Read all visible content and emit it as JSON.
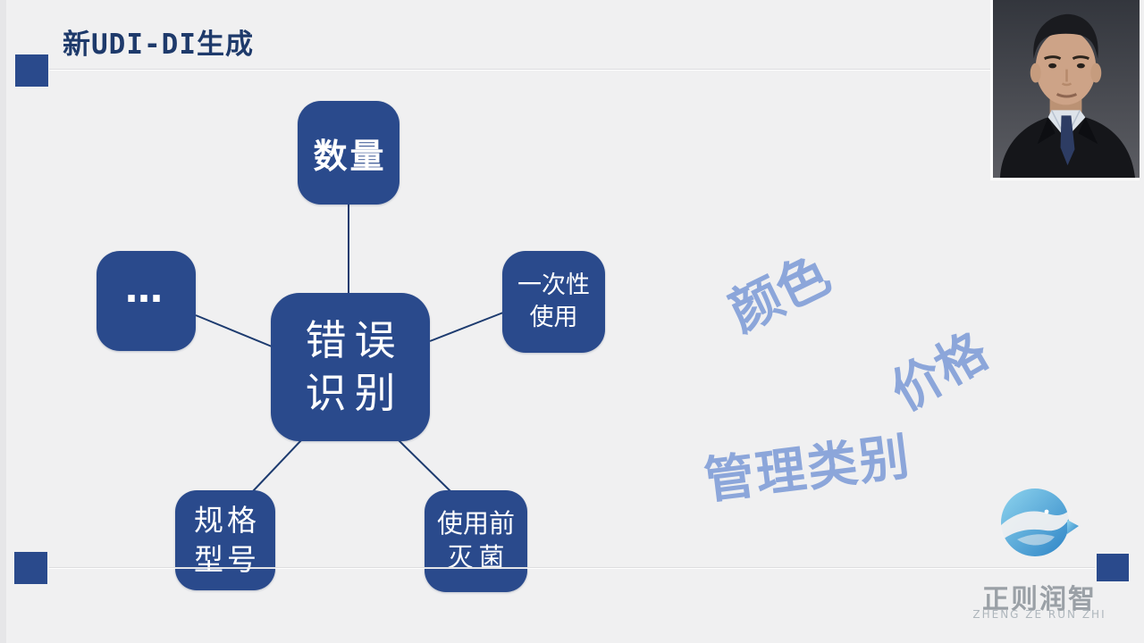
{
  "slide": {
    "title": "新UDI-DI生成",
    "background_color": "#f0f0f1",
    "accent_color": "#2a4a8c",
    "title_color": "#1e3a6b"
  },
  "mindmap": {
    "node_color": "#2a4a8c",
    "node_text_color": "#ffffff",
    "connector_color": "#1d3b6f",
    "center": {
      "line1": "错误",
      "line2": "识别"
    },
    "top_node": {
      "line1": "数量"
    },
    "right_node": {
      "line1": "一次性",
      "line2": "使用"
    },
    "left_node": {
      "label": "…"
    },
    "bottom_left_node": {
      "line1": "规格",
      "line2": "型号"
    },
    "bottom_right_node": {
      "line1": "使用前",
      "line2": "灭菌"
    }
  },
  "floating_labels": {
    "color_hex": "#8ca6da",
    "label1": "颜色",
    "label2": "价格",
    "label3": "管理类别"
  },
  "logo": {
    "icon": "dolphin-wave-icon",
    "name_cn": "正则润智",
    "name_en": "ZHENG ZE RUN ZHI",
    "name_cn_color": "#9aa0a6",
    "name_en_color": "#aeb6bc",
    "icon_gradient": [
      "#8ed4ee",
      "#2e84c6"
    ]
  }
}
